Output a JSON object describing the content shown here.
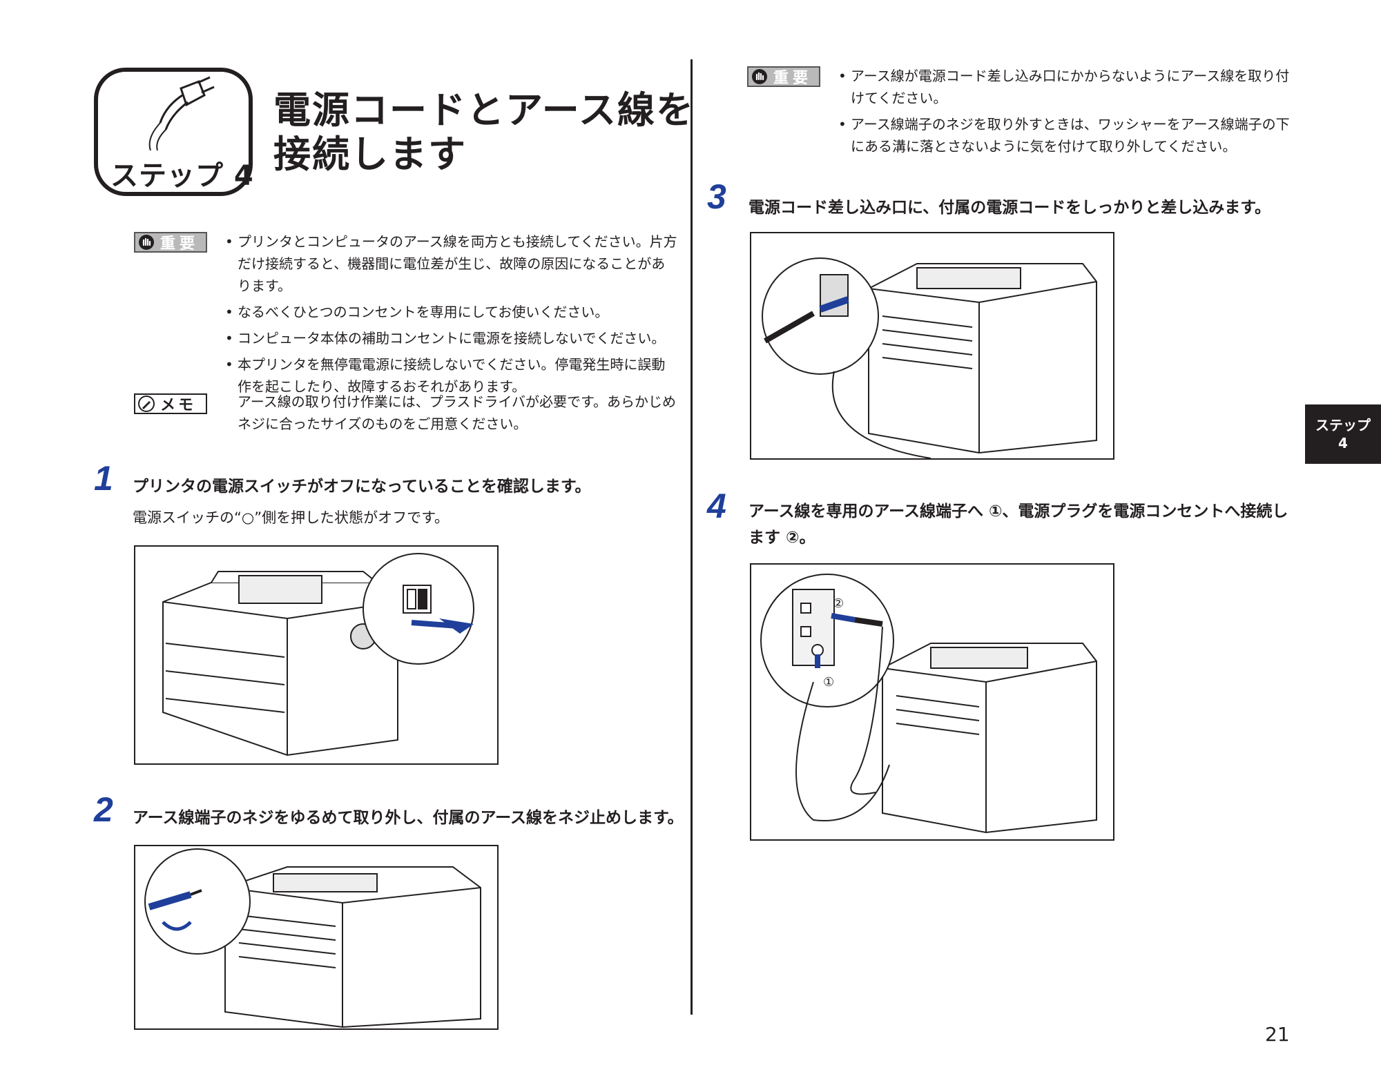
{
  "header": {
    "step_label": "ステップ 4",
    "title_line1": "電源コードとアース線を",
    "title_line2": "接続します"
  },
  "important_tag": "重要",
  "memo_tag": "メモ",
  "important_left": [
    "プリンタとコンピュータのアース線を両方とも接続してください。片方だけ接続すると、機器間に電位差が生じ、故障の原因になることがあります。",
    "なるべくひとつのコンセントを専用にしてお使いください。",
    "コンピュータ本体の補助コンセントに電源を接続しないでください。",
    "本プリンタを無停電電源に接続しないでください。停電発生時に誤動作を起こしたり、故障するおそれがあります。"
  ],
  "memo_text": "アース線の取り付け作業には、プラスドライバが必要です。あらかじめネジに合ったサイズのものをご用意ください。",
  "steps": [
    {
      "number": "1",
      "text": "プリンタの電源スイッチがオフになっていることを確認します。",
      "sub": "電源スイッチの“○”側を押した状態がオフです。"
    },
    {
      "number": "2",
      "text": "アース線端子のネジをゆるめて取り外し、付属のアース線をネジ止めします。"
    },
    {
      "number": "3",
      "text": "電源コード差し込み口に、付属の電源コードをしっかりと差し込みます。"
    },
    {
      "number": "4",
      "text": "アース線を専用のアース線端子へ ①、電源プラグを電源コンセントへ接続します ②。"
    }
  ],
  "important_right": [
    "アース線が電源コード差し込み口にかからないようにアース線を取り付けてください。",
    "アース線端子のネジを取り外すときは、ワッシャーをアース線端子の下にある溝に落とさないように気を付けて取り外してください。"
  ],
  "figure_labels": {
    "one": "①",
    "two": "②"
  },
  "side_tab": {
    "line1": "ステップ",
    "line2": "4"
  },
  "page_number": "21",
  "colors": {
    "arrow": "#1f3f9a",
    "tab": "#231f20",
    "step_number": "#1f3f9a"
  }
}
